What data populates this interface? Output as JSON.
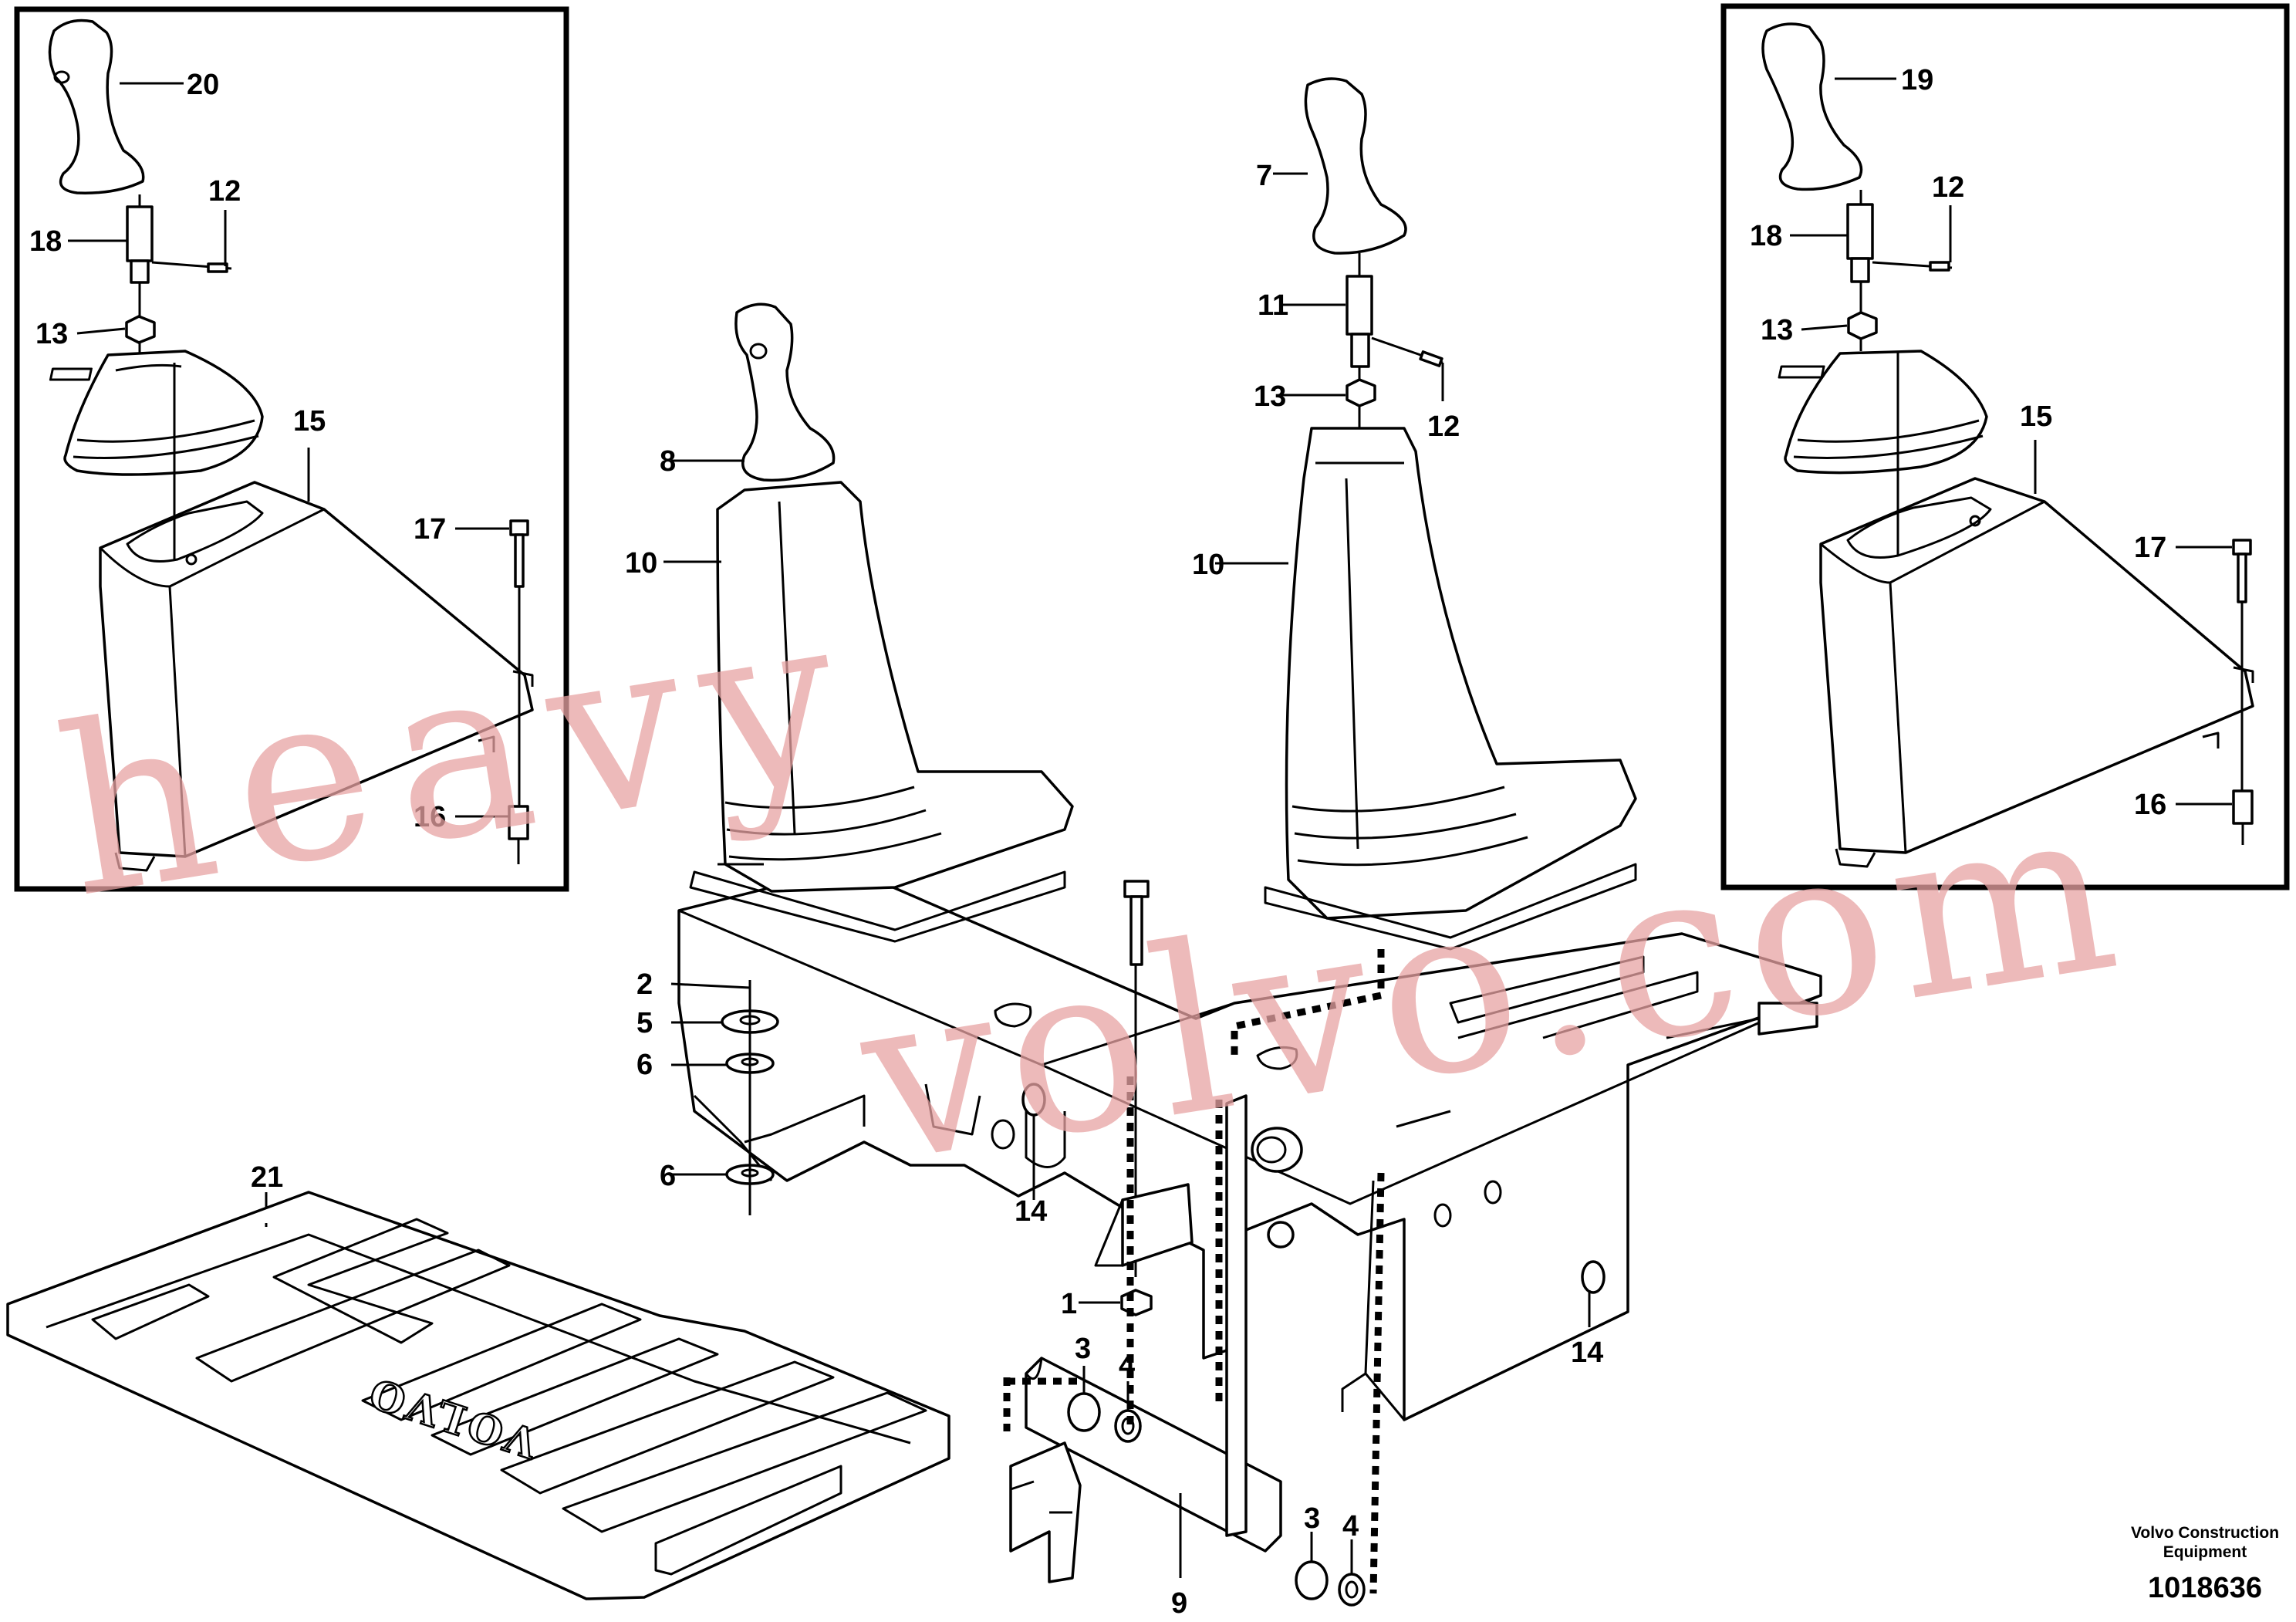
{
  "callouts": {
    "c20": "20",
    "c12a": "12",
    "c18a": "18",
    "c13a": "13",
    "c15a": "15",
    "c17a": "17",
    "c16a": "16",
    "c19": "19",
    "c12b": "12",
    "c18b": "18",
    "c13b": "13",
    "c15b": "15",
    "c17b": "17",
    "c16b": "16",
    "c8": "8",
    "c10a": "10",
    "c7": "7",
    "c11": "11",
    "c13c": "13",
    "c12c": "12",
    "c10b": "10",
    "c2": "2",
    "c5": "5",
    "c6a": "6",
    "c6b": "6",
    "c14a": "14",
    "c14b": "14",
    "c1": "1",
    "c3a": "3",
    "c4a": "4",
    "c3b": "3",
    "c4b": "4",
    "c9": "9",
    "c21": "21"
  },
  "mat_logo": "VOLVO",
  "footer": {
    "line1": "Volvo Construction",
    "line2": "Equipment",
    "part_number": "1018636"
  },
  "watermark": {
    "left": "heavy",
    "right": "volvo.com"
  }
}
